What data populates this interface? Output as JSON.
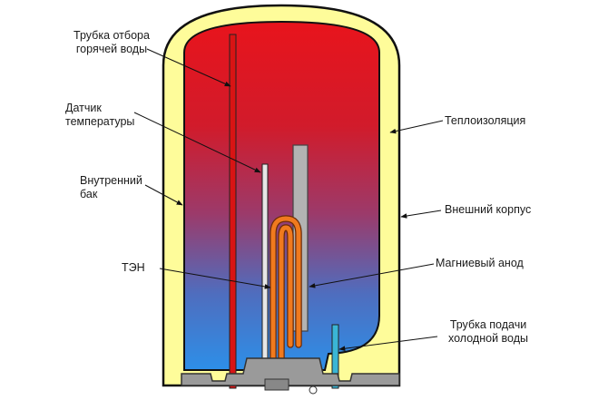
{
  "labels": {
    "hot_pipe": [
      "Трубка отбора",
      "горячей воды"
    ],
    "temp_sensor": [
      "Датчик",
      "температуры"
    ],
    "inner_tank": [
      "Внутренний",
      "бак"
    ],
    "heater": "ТЭН",
    "insulation": "Теплоизоляция",
    "outer_case": "Внешний корпус",
    "anode": "Магниевый анод",
    "cold_pipe": [
      "Трубка подачи",
      "холодной воды"
    ]
  },
  "colors": {
    "insulation": "#fefc9a",
    "outline": "#111111",
    "water_top": "#e8141c",
    "water_bottom": "#2d8fe8",
    "hot_pipe": "#d81414",
    "cold_pipe": "#3ab6d6",
    "heater": "#f07a1e",
    "anode": "#b3b3b3",
    "base": "#9a9a9a"
  }
}
